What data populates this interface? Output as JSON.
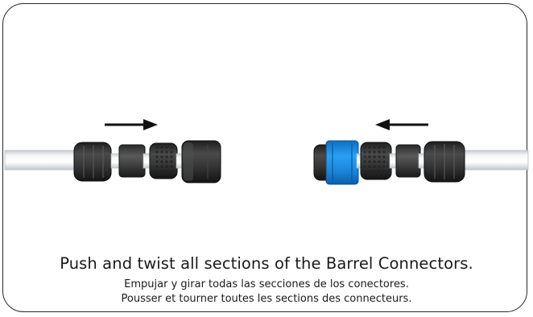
{
  "captions": {
    "english": "Push and twist all sections of the Barrel Connectors.",
    "spanish": "Empujar y girar todas las secciones de los conectores.",
    "french": "Pousser et tourner toutes les sections des connecteurs."
  },
  "icons": {
    "left_arrow": "arrow-right-icon",
    "right_arrow": "arrow-left-icon"
  },
  "colors": {
    "tube": "#e9ecef",
    "connector_dark": "#2e2e2e",
    "ring_blue": "#1f8fe6",
    "frame": "#2a2a2a"
  }
}
